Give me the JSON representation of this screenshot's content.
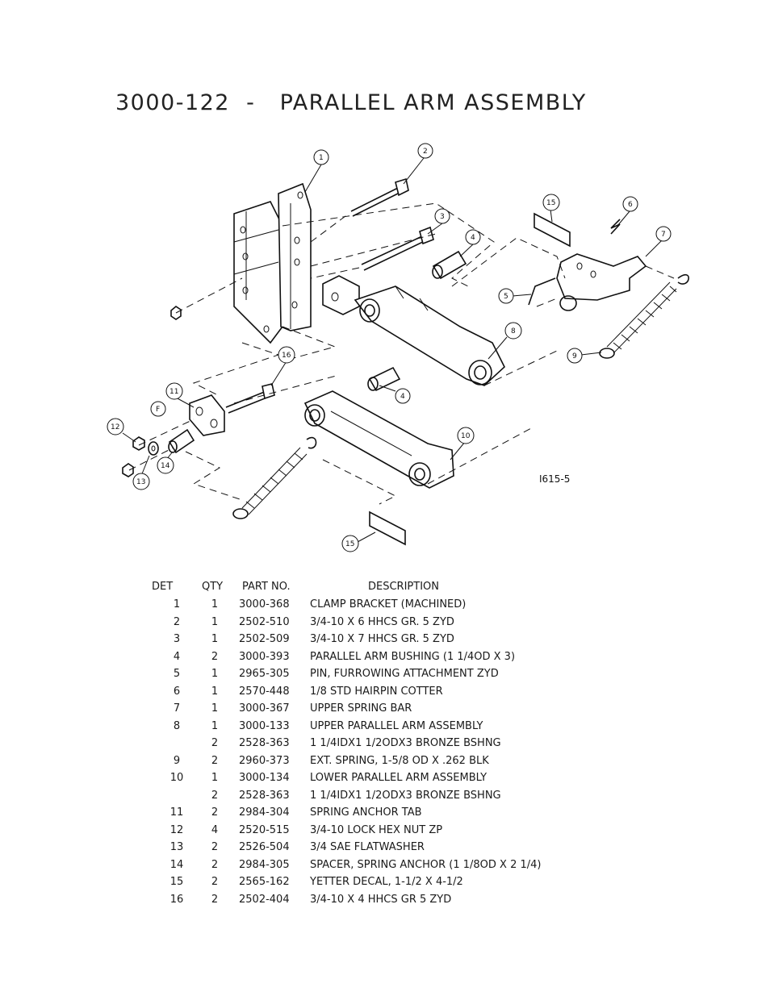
{
  "title": "3000-122  -   PARALLEL ARM ASSEMBLY",
  "drawing": {
    "id": "I615-5",
    "callouts": [
      "1",
      "2",
      "3",
      "4",
      "4",
      "5",
      "6",
      "7",
      "8",
      "9",
      "10",
      "11",
      "12",
      "13",
      "14",
      "15",
      "15",
      "16",
      "F"
    ]
  },
  "table": {
    "headers": {
      "det": "DET",
      "qty": "QTY",
      "part": "PART NO.",
      "desc": "DESCRIPTION"
    },
    "rows": [
      {
        "det": "1",
        "qty": "1",
        "part": "3000-368",
        "desc": "CLAMP BRACKET (MACHINED)"
      },
      {
        "det": "2",
        "qty": "1",
        "part": "2502-510",
        "desc": "3/4-10 X 6 HHCS GR. 5 ZYD"
      },
      {
        "det": "3",
        "qty": "1",
        "part": "2502-509",
        "desc": "3/4-10 X 7 HHCS GR. 5 ZYD"
      },
      {
        "det": "4",
        "qty": "2",
        "part": "3000-393",
        "desc": "PARALLEL ARM BUSHING (1 1/4OD X 3)"
      },
      {
        "det": "5",
        "qty": "1",
        "part": "2965-305",
        "desc": "PIN, FURROWING ATTACHMENT ZYD"
      },
      {
        "det": "6",
        "qty": "1",
        "part": "2570-448",
        "desc": "1/8 STD HAIRPIN COTTER"
      },
      {
        "det": "7",
        "qty": "1",
        "part": "3000-367",
        "desc": "UPPER SPRING BAR"
      },
      {
        "det": "8",
        "qty": "1",
        "part": "3000-133",
        "desc": "UPPER PARALLEL ARM ASSEMBLY"
      },
      {
        "det": "",
        "qty": "2",
        "part": "2528-363",
        "desc": "1 1/4IDX1 1/2ODX3 BRONZE BSHNG"
      },
      {
        "det": "9",
        "qty": "2",
        "part": "2960-373",
        "desc": "EXT. SPRING, 1-5/8 OD X .262 BLK"
      },
      {
        "det": "10",
        "qty": "1",
        "part": "3000-134",
        "desc": "LOWER PARALLEL ARM ASSEMBLY"
      },
      {
        "det": "",
        "qty": "2",
        "part": "2528-363",
        "desc": "1 1/4IDX1 1/2ODX3 BRONZE BSHNG"
      },
      {
        "det": "11",
        "qty": "2",
        "part": "2984-304",
        "desc": "SPRING ANCHOR TAB"
      },
      {
        "det": "12",
        "qty": "4",
        "part": "2520-515",
        "desc": "3/4-10 LOCK HEX NUT ZP"
      },
      {
        "det": "13",
        "qty": "2",
        "part": "2526-504",
        "desc": "3/4 SAE FLATWASHER"
      },
      {
        "det": "14",
        "qty": "2",
        "part": "2984-305",
        "desc": "SPACER, SPRING ANCHOR (1 1/8OD X 2 1/4)"
      },
      {
        "det": "15",
        "qty": "2",
        "part": "2565-162",
        "desc": "YETTER DECAL, 1-1/2 X 4-1/2"
      },
      {
        "det": "16",
        "qty": "2",
        "part": "2502-404",
        "desc": "3/4-10 X 4 HHCS GR 5 ZYD"
      }
    ]
  }
}
